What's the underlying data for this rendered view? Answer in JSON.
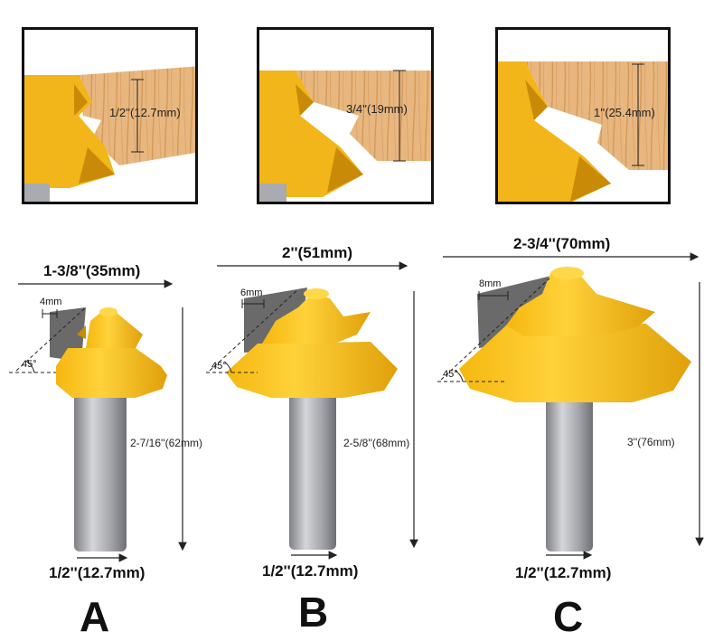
{
  "colors": {
    "bit_yellow": "#f2b61a",
    "bit_yellow_dark": "#c98a08",
    "shank_grey": "#a9abb0",
    "blade_grey": "#6a6a6a",
    "wood": "#e8b780"
  },
  "panels": [
    {
      "thickness_label": "1/2''(12.7mm)"
    },
    {
      "thickness_label": "3/4''(19mm)"
    },
    {
      "thickness_label": "1''(25.4mm)"
    }
  ],
  "bits": [
    {
      "width_label": "1-3/8''(35mm)",
      "offset_label": "4mm",
      "angle_label": "45°",
      "length_label": "2-7/16''(62mm)",
      "shank_label": "1/2''(12.7mm)",
      "letter": "A"
    },
    {
      "width_label": "2''(51mm)",
      "offset_label": "6mm",
      "angle_label": "45°",
      "length_label": "2-5/8''(68mm)",
      "shank_label": "1/2''(12.7mm)",
      "letter": "B"
    },
    {
      "width_label": "2-3/4''(70mm)",
      "offset_label": "8mm",
      "angle_label": "45°",
      "length_label": "3''(76mm)",
      "shank_label": "1/2''(12.7mm)",
      "letter": "C"
    }
  ]
}
